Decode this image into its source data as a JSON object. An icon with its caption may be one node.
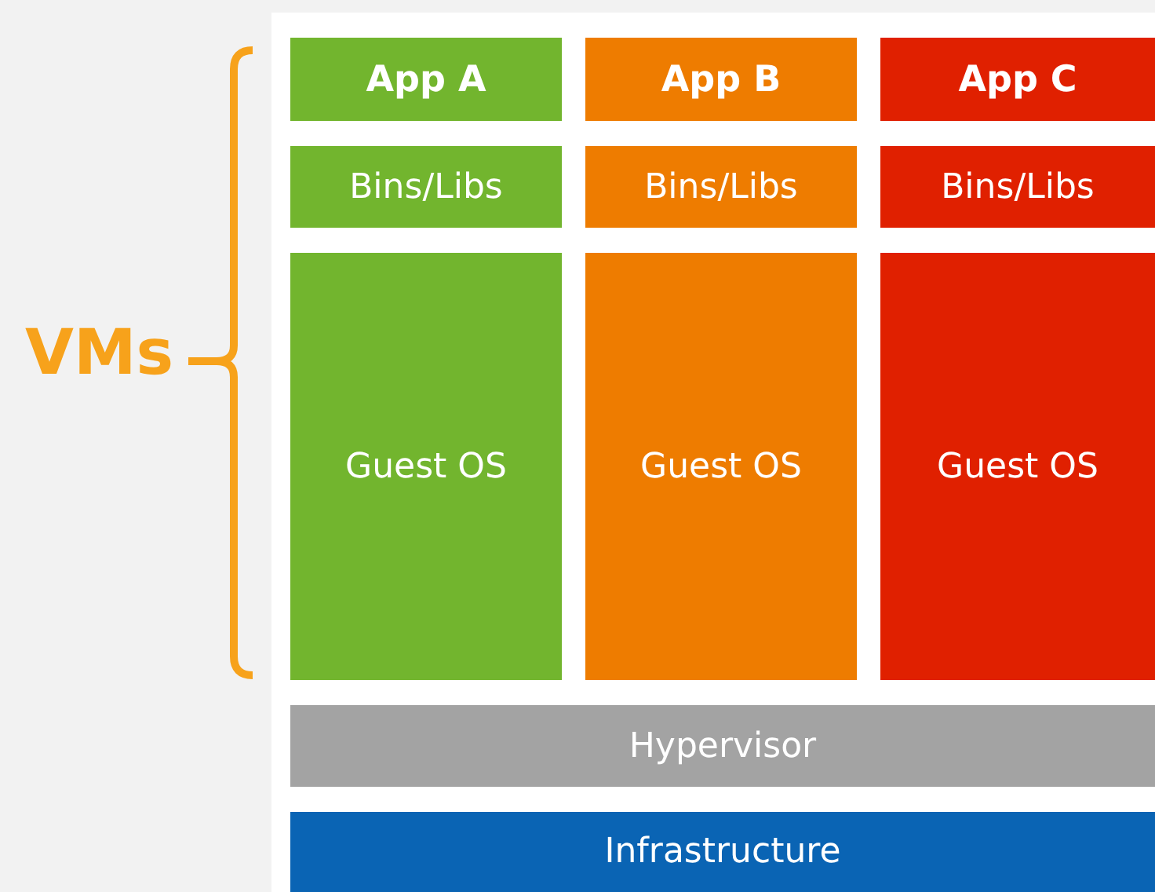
{
  "diagram": {
    "nodes": [
      {
        "text": [
          "App A"
        ]
      },
      {
        "text": [
          "App B"
        ]
      },
      {
        "text": [
          "App C"
        ]
      },
      {
        "text": [
          "Bins/Libs"
        ]
      },
      {
        "text": [
          "Bins/Libs"
        ]
      },
      {
        "text": [
          "Bins/Libs"
        ]
      },
      {
        "text": [
          "Guest OS"
        ]
      },
      {
        "text": [
          "Guest OS"
        ]
      },
      {
        "text": [
          "Guest OS"
        ]
      },
      {
        "text": [
          "Hypervisor"
        ]
      },
      {
        "text": [
          "Infrastructure"
        ]
      }
    ],
    "labels": [
      "VMs"
    ]
  }
}
